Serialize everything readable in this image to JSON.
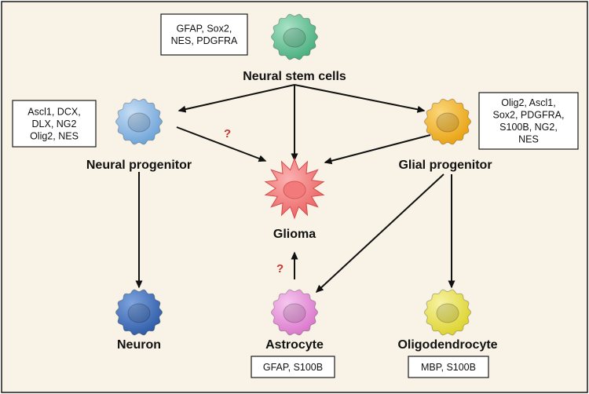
{
  "colors": {
    "background": "#f8f3e6",
    "border": "#1a1a1a",
    "arrow": "#111111",
    "question": "#c8362f",
    "neural_stem": "#58c08f",
    "neural_progenitor": "#7fb2e4",
    "glial_progenitor": "#f3b51d",
    "glioma": "#f06f6f",
    "neuron": "#3f6fbd",
    "astrocyte": "#e78ad8",
    "oligodendrocyte": "#ebe33d"
  },
  "nodes": {
    "neural_stem": {
      "label": "Neural stem cells",
      "markers": [
        "GFAP, Sox2,",
        "NES, PDGFRA"
      ]
    },
    "neural_progenitor": {
      "label": "Neural progenitor",
      "markers": [
        "Ascl1, DCX,",
        "DLX, NG2",
        "Olig2, NES"
      ]
    },
    "glial_progenitor": {
      "label": "Glial progenitor",
      "markers": [
        "Olig2, Ascl1,",
        "Sox2, PDGFRA,",
        "S100B, NG2,",
        "NES"
      ]
    },
    "glioma": {
      "label": "Glioma"
    },
    "neuron": {
      "label": "Neuron"
    },
    "astrocyte": {
      "label": "Astrocyte",
      "markers": [
        "GFAP, S100B"
      ]
    },
    "oligodendrocyte": {
      "label": "Oligodendrocyte",
      "markers": [
        "MBP, S100B"
      ]
    }
  },
  "question_mark": "?",
  "edges": [
    {
      "from": "neural_stem",
      "to": "neural_progenitor"
    },
    {
      "from": "neural_stem",
      "to": "glioma"
    },
    {
      "from": "neural_stem",
      "to": "glial_progenitor"
    },
    {
      "from": "neural_progenitor",
      "to": "glioma",
      "uncertain": true
    },
    {
      "from": "glial_progenitor",
      "to": "glioma"
    },
    {
      "from": "neural_progenitor",
      "to": "neuron"
    },
    {
      "from": "glial_progenitor",
      "to": "astrocyte"
    },
    {
      "from": "glial_progenitor",
      "to": "oligodendrocyte"
    },
    {
      "from": "astrocyte",
      "to": "glioma",
      "uncertain": true
    }
  ]
}
